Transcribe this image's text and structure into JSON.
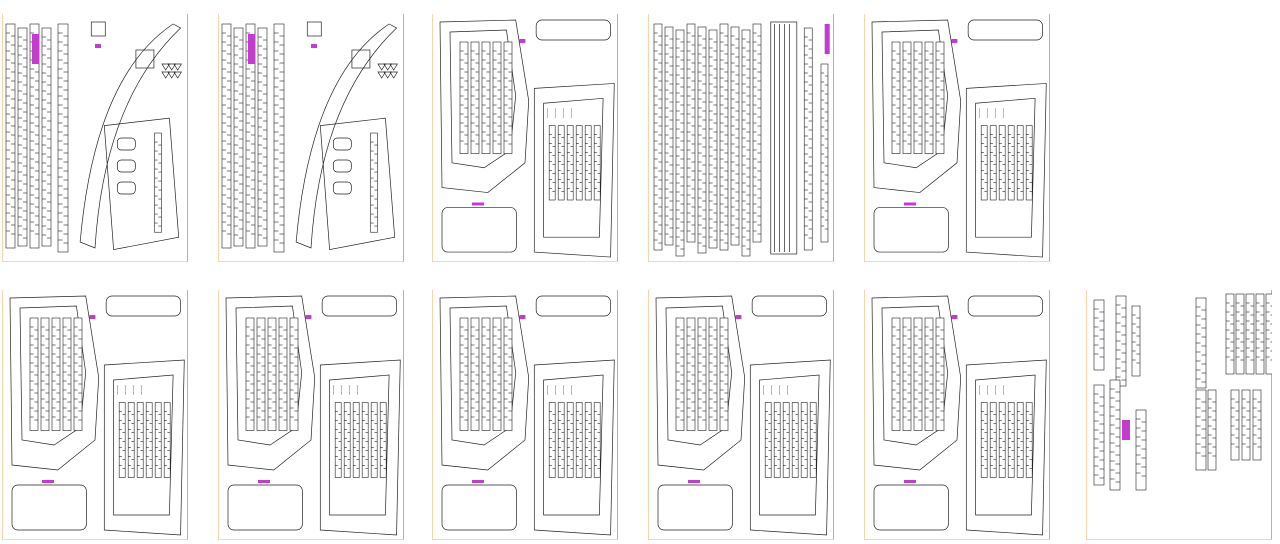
{
  "colors": {
    "cut_line": "#222222",
    "engrave_mark": "#c43ccf",
    "sheet_border_left": "#f5c89a",
    "sheet_border_right": "#d27ad6"
  },
  "sheets": [
    {
      "id": "sheet-1",
      "layout": "strips-and-arch"
    },
    {
      "id": "sheet-2",
      "layout": "strips-and-arch"
    },
    {
      "id": "sheet-3",
      "layout": "frames-and-plates"
    },
    {
      "id": "sheet-4",
      "layout": "long-strips"
    },
    {
      "id": "sheet-5",
      "layout": "frames-and-plates"
    },
    {
      "id": "sheet-6",
      "layout": "frames-and-plates"
    },
    {
      "id": "sheet-7",
      "layout": "frames-and-plates"
    },
    {
      "id": "sheet-8",
      "layout": "frames-and-plates"
    },
    {
      "id": "sheet-9",
      "layout": "frames-and-plates"
    },
    {
      "id": "sheet-10",
      "layout": "frames-and-plates"
    },
    {
      "id": "sheet-11",
      "layout": "loose-strips"
    }
  ]
}
